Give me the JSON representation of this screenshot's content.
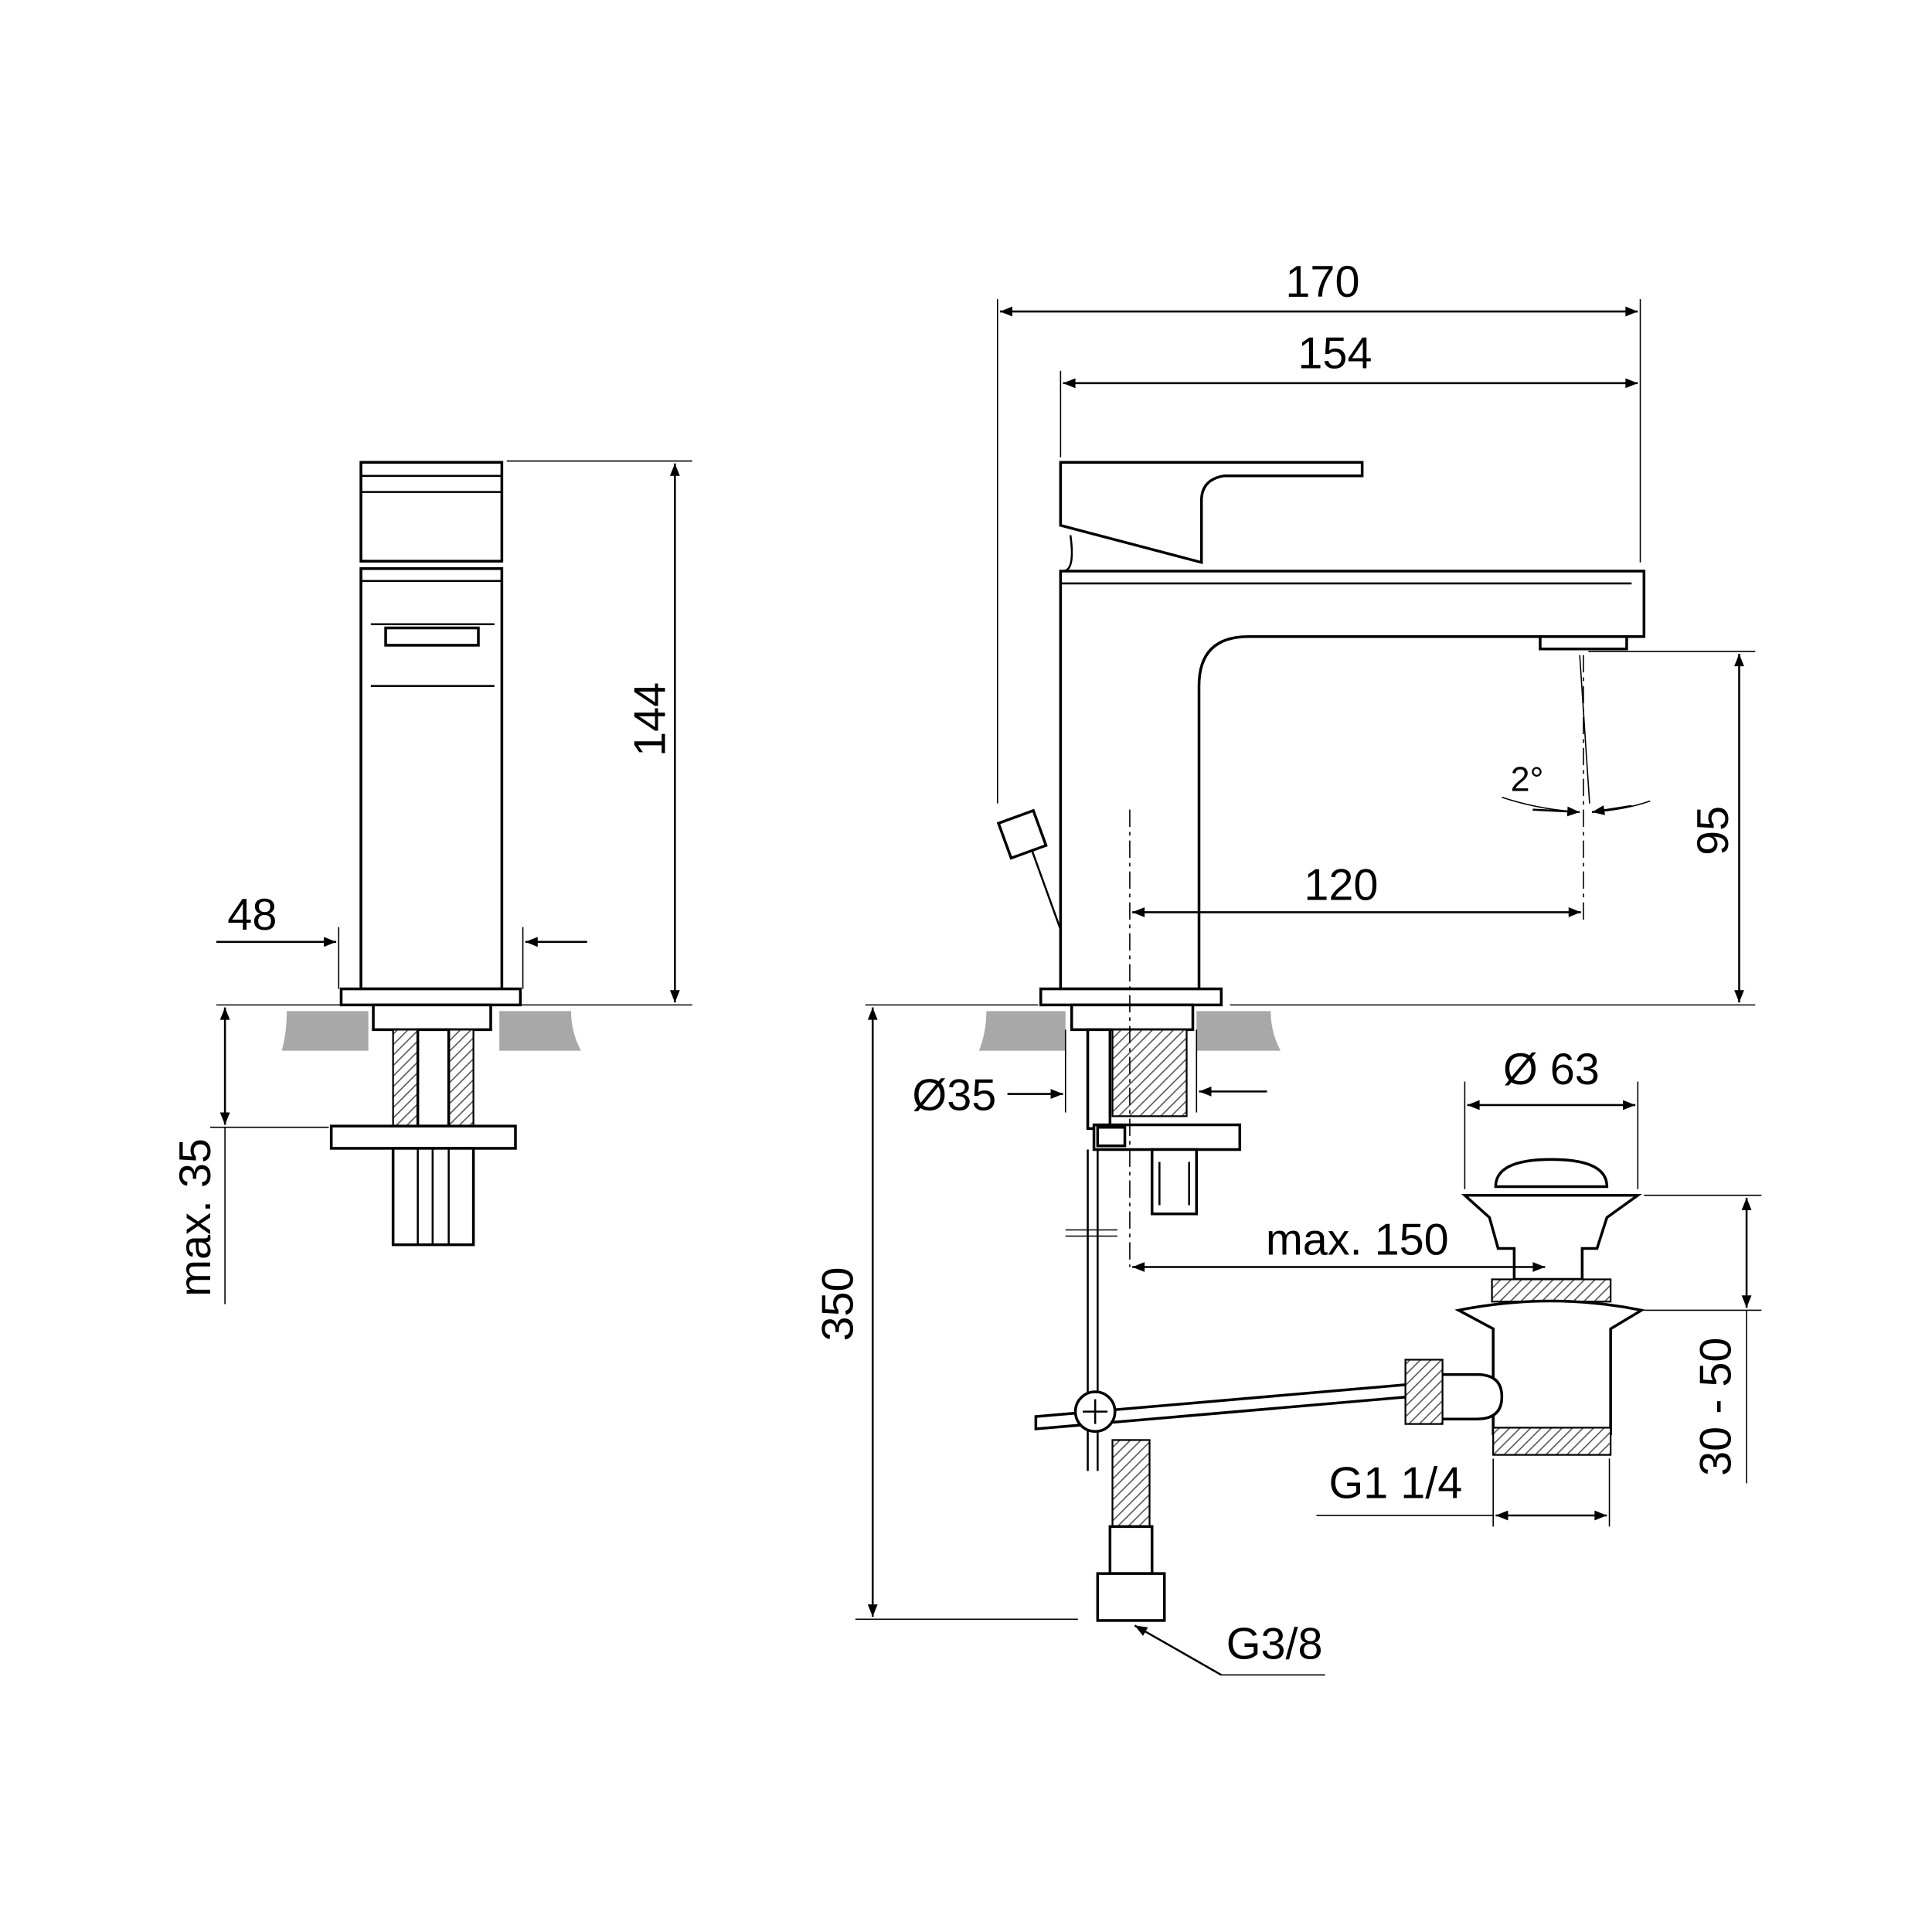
{
  "drawing": {
    "title": "Basin mixer technical drawing",
    "side_view": {
      "dim_height": "144",
      "dim_width": "48",
      "dim_max_thickness": "max. 35"
    },
    "front_view": {
      "dim_overall_length": "170",
      "dim_spout_length": "154",
      "dim_spout_height": "95",
      "dim_angle": "2°",
      "dim_reach": "120",
      "dim_hole_diameter": "Ø35",
      "dim_waste_diameter": "Ø 63",
      "dim_waste_distance": "max. 150",
      "dim_hose_length": "350",
      "dim_waste_range": "30 - 50",
      "dim_waste_thread": "G1 1/4",
      "dim_hose_thread": "G3/8"
    }
  }
}
